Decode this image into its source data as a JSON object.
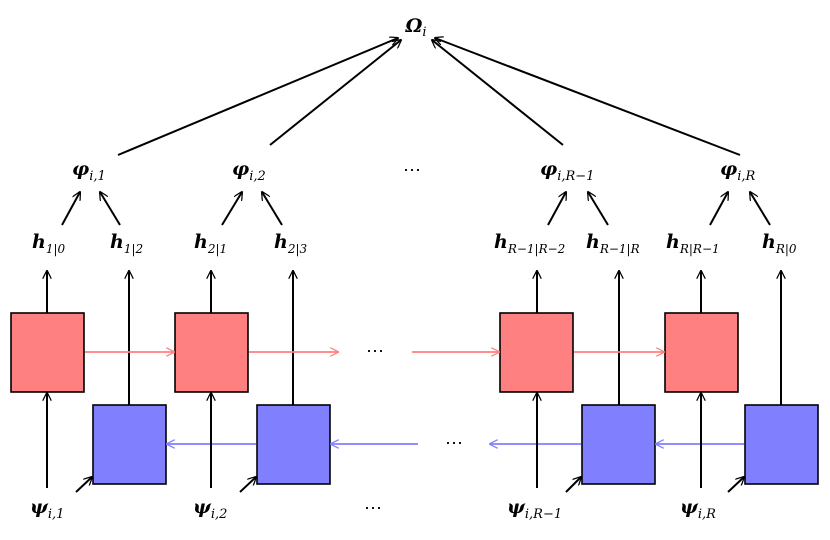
{
  "diagram": {
    "top": {
      "main": "Ω",
      "sub": "i"
    },
    "dots": "⋯",
    "colors": {
      "forward_fill": "#ff8080",
      "forward_arrow": "#ff8080",
      "backward_fill": "#8080ff",
      "backward_arrow": "#8080ff",
      "line": "#000000"
    },
    "phi": [
      {
        "main": "φ",
        "sub": "i,1"
      },
      {
        "main": "φ",
        "sub": "i,2"
      },
      {
        "main": "φ",
        "sub": "i,R−1"
      },
      {
        "main": "φ",
        "sub": "i,R"
      }
    ],
    "h": [
      {
        "main": "h",
        "sub": "1|0"
      },
      {
        "main": "h",
        "sub": "1|2"
      },
      {
        "main": "h",
        "sub": "2|1"
      },
      {
        "main": "h",
        "sub": "2|3"
      },
      {
        "main": "h",
        "sub": "R−1|R−2"
      },
      {
        "main": "h",
        "sub": "R−1|R"
      },
      {
        "main": "h",
        "sub": "R|R−1"
      },
      {
        "main": "h",
        "sub": "R|0"
      }
    ],
    "psi": [
      {
        "main": "ψ",
        "sub": "i,1"
      },
      {
        "main": "ψ",
        "sub": "i,2"
      },
      {
        "main": "ψ",
        "sub": "i,R−1"
      },
      {
        "main": "ψ",
        "sub": "i,R"
      }
    ]
  }
}
